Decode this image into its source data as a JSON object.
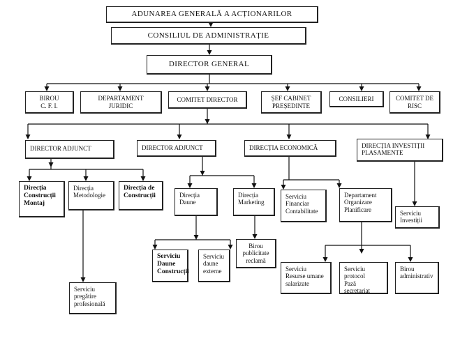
{
  "nodes": {
    "adunarea": "ADUNAREA GENERALĂ  A ACȚIONARILOR",
    "consiliul": "CONSILIUL DE ADMINISTRAȚIE",
    "director_general": "DIRECTOR  GENERAL",
    "birou_cfi": "BIROU\nC. F. I.",
    "departament_juridic": "DEPARTAMENT\nJURIDIC",
    "comitet_director": "COMITET DIRECTOR",
    "sef_cabinet": "ȘEF CABINET\nPREȘEDINTE",
    "consilieri": "CONSILIERI",
    "comitet_risc": "COMITET DE\nRISC",
    "director_adjunct_1": "DIRECTOR  ADJUNCT",
    "director_adjunct_2": "DIRECTOR  ADJUNCT",
    "directia_economica": "DIRECȚIA ECONOMICĂ",
    "directia_investitii": "DIRECȚIA INVESTIȚII\nPLASAMENTE",
    "directia_constructii_montaj": "Direcția\nConstrucții\nMontaj",
    "directia_metodologie": "Direcția\nMetodologie",
    "directia_de_constructii": "Direcția de\nConstrucții",
    "directia_daune": "Direcția\nDaune",
    "directia_marketing": "Direcția\nMarketing",
    "serviciu_financiar": "Serviciu\nFinanciar\nContabilitate",
    "departament_organizare": "Departament\nOrganizare\nPlanificare",
    "serviciu_investitii": "Serviciu\nInvestiții",
    "serviciu_daune_constructii": "Serviciu\nDaune\nConstrucții",
    "serviciu_daune_externe": "Serviciu\ndaune\nexterne",
    "birou_publicitate": "Birou\npublicitate\nreclamă",
    "serviciu_resurse_umane": "Serviciu\nResurse umane\nsalarizate",
    "serviciu_protocol": "Serviciu\nprotocol\nPază\nsecretariat",
    "birou_administrativ": "Birou\nadministrativ",
    "serviciu_pregatire": "Serviciu\npregătire\nprofesională"
  }
}
